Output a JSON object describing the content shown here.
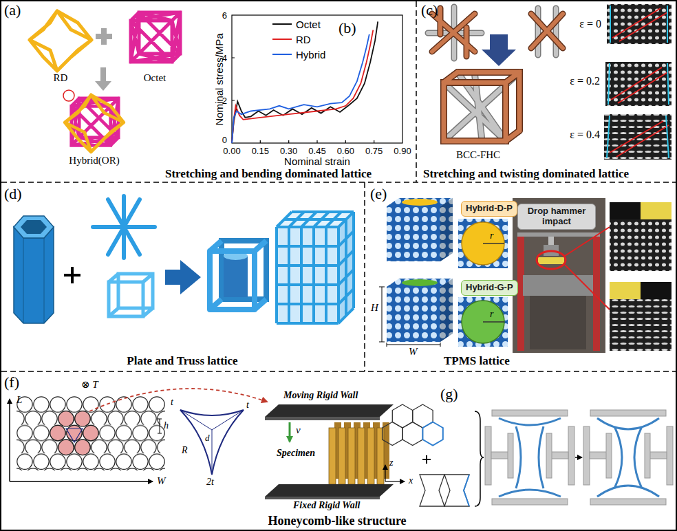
{
  "diagram": {
    "nodes": [
      {
        "text": [
          "Stretching and bending dominated lattice"
        ]
      },
      {
        "text": [
          "Stretching and twisting dominated lattice"
        ]
      },
      {
        "text": [
          "Plate and Truss lattice"
        ]
      },
      {
        "text": [
          "TPMS lattice"
        ]
      },
      {
        "text": [
          "Honeycomb-like structure"
        ]
      },
      {
        "text": [
          "Hybrid-D-P"
        ],
        "in": 3
      },
      {
        "text": [
          "Hybrid-G-P"
        ],
        "in": 3
      },
      {
        "text": [
          "Drop hammer impact"
        ],
        "in": 3
      }
    ],
    "labels": [
      "(a)",
      "RD",
      "Octet",
      "Hybrid(OR)",
      "(b)",
      "Nominal stress/MPa",
      "Nominal strain",
      "0",
      "2",
      "4",
      "6",
      "0.00",
      "0.15",
      "0.30",
      "0.45",
      "0.60",
      "0.75",
      "0.90",
      "(c)",
      "BCC-FHC",
      "ε = 0",
      "ε = 0.2",
      "ε = 0.4",
      "(d)",
      "(e)",
      "r",
      "r",
      "H",
      "W",
      "(f)",
      "L",
      "⊗ T",
      "h",
      "W",
      "t",
      "t",
      "d",
      "R",
      "2t",
      "Moving Rigid Wall",
      "v",
      "Specimen",
      "Fixed Rigid Wall",
      "(g)",
      "z",
      "x"
    ],
    "legend": [
      {
        "text": "Octet"
      },
      {
        "text": "RD"
      },
      {
        "text": "Hybrid"
      }
    ]
  }
}
